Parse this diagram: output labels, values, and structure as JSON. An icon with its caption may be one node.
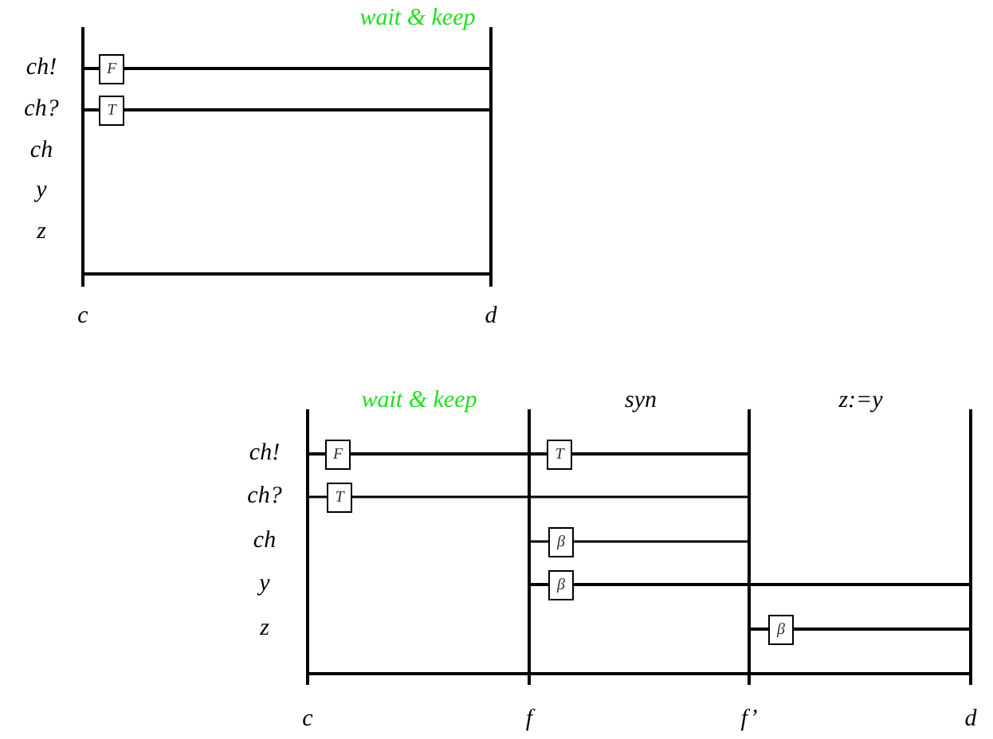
{
  "diagram": {
    "nodes": [
      {
        "text": [
          "F"
        ]
      },
      {
        "text": [
          "T"
        ]
      },
      {
        "text": [
          "F"
        ]
      },
      {
        "text": [
          "T"
        ]
      },
      {
        "text": [
          "T"
        ]
      },
      {
        "text": [
          "β"
        ]
      },
      {
        "text": [
          "β"
        ]
      },
      {
        "text": [
          "β"
        ]
      }
    ],
    "labels": [
      "wait & keep",
      "ch!",
      "ch?",
      "ch",
      "y",
      "z",
      "c",
      "d",
      "wait & keep",
      "syn",
      "z:=y",
      "ch!",
      "ch?",
      "ch",
      "y",
      "z",
      "c",
      "f",
      "f’",
      "d"
    ]
  }
}
